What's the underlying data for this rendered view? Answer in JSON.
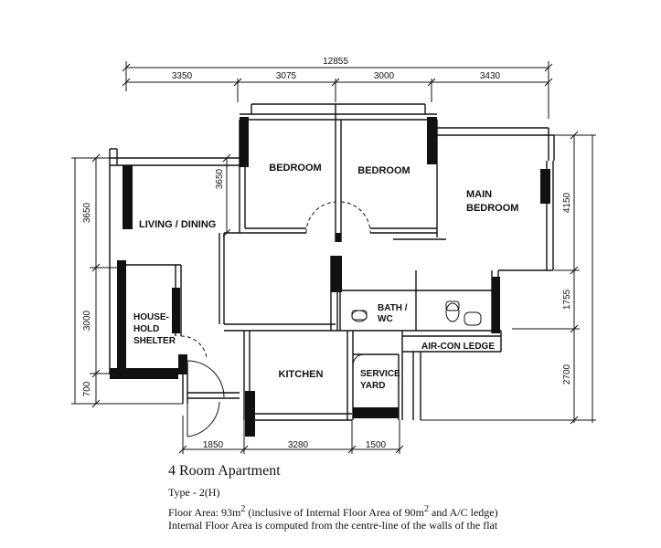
{
  "plan": {
    "rooms": {
      "bedroom_1": "BEDROOM",
      "bedroom_2": "BEDROOM",
      "main_bedroom_line1": "MAIN",
      "main_bedroom_line2": "BEDROOM",
      "living_dining": "LIVING / DINING",
      "household_shelter_line1": "HOUSE-",
      "household_shelter_line2": "HOLD",
      "household_shelter_line3": "SHELTER",
      "bath_wc_line1": "BATH /",
      "bath_wc_line2": "WC",
      "aircon_ledge": "AIR-CON LEDGE",
      "kitchen": "KITCHEN",
      "service_yard_line1": "SERVICE",
      "service_yard_line2": "YARD"
    },
    "dimensions": {
      "overall_width": "12855",
      "top_segments": [
        "3350",
        "3075",
        "3000",
        "3430"
      ],
      "bottom_segments": [
        "1850",
        "3280",
        "1500"
      ],
      "left_segments": [
        "3650",
        "3000",
        "700"
      ],
      "right_segments": [
        "4150",
        "1755",
        "2700"
      ],
      "inner_bedroom_depth": "3650"
    }
  },
  "caption": {
    "title": "4 Room Apartment",
    "type": "Type - 2(H)",
    "floor_area_prefix": "Floor Area: 93m",
    "floor_area_mid": " (inclusive of Internal Floor Area of 90m",
    "floor_area_suffix": " and A/C ledge)",
    "superscript": "2",
    "note": "Internal Floor Area is computed from the centre-line of the walls of the flat"
  }
}
